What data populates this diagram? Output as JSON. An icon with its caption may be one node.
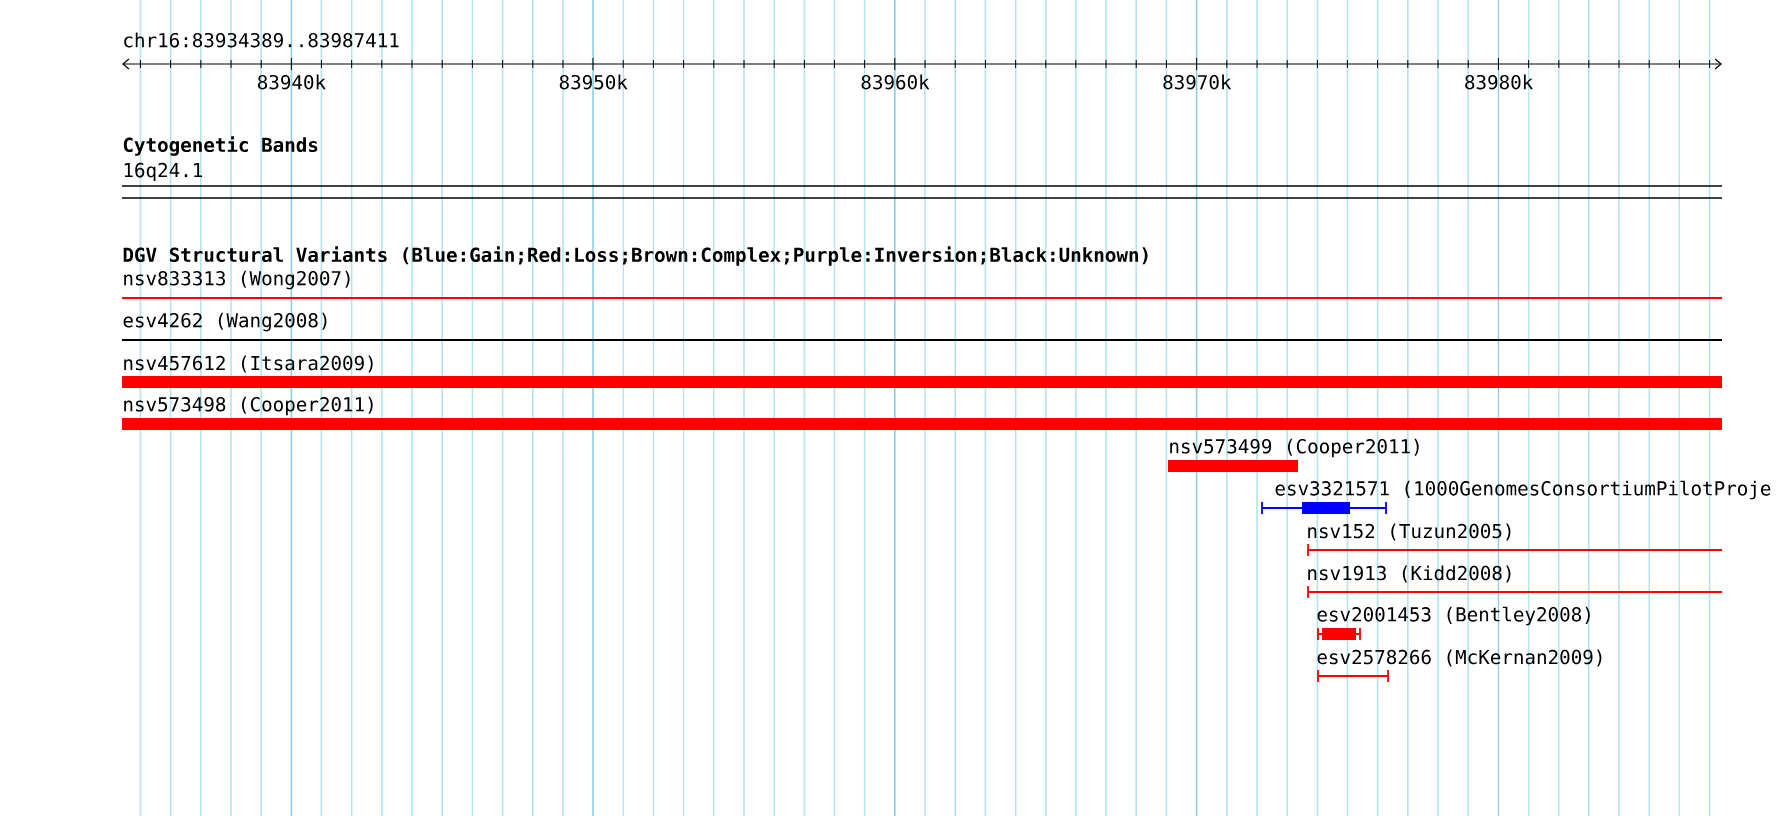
{
  "diagram": {
    "labels": [
      "chr16:83934389..83987411",
      "83940k",
      "83950k",
      "83960k",
      "83970k",
      "83980k",
      "Cytogenetic Bands",
      "16q24.1",
      "DGV Structural Variants (Blue:Gain;Red:Loss;Brown:Complex;Purple:Inversion;Black:Unknown)",
      "nsv833313 (Wong2007)",
      "esv4262 (Wang2008)",
      "nsv457612 (Itsara2009)",
      "nsv573498 (Cooper2011)",
      "nsv573499 (Cooper2011)",
      "esv3321571 (1000GenomesConsortiumPilotProje",
      "nsv152 (Tuzun2005)",
      "nsv1913 (Kidd2008)",
      "esv2001453 (Bentley2008)",
      "esv2578266 (McKernan2009)"
    ]
  }
}
